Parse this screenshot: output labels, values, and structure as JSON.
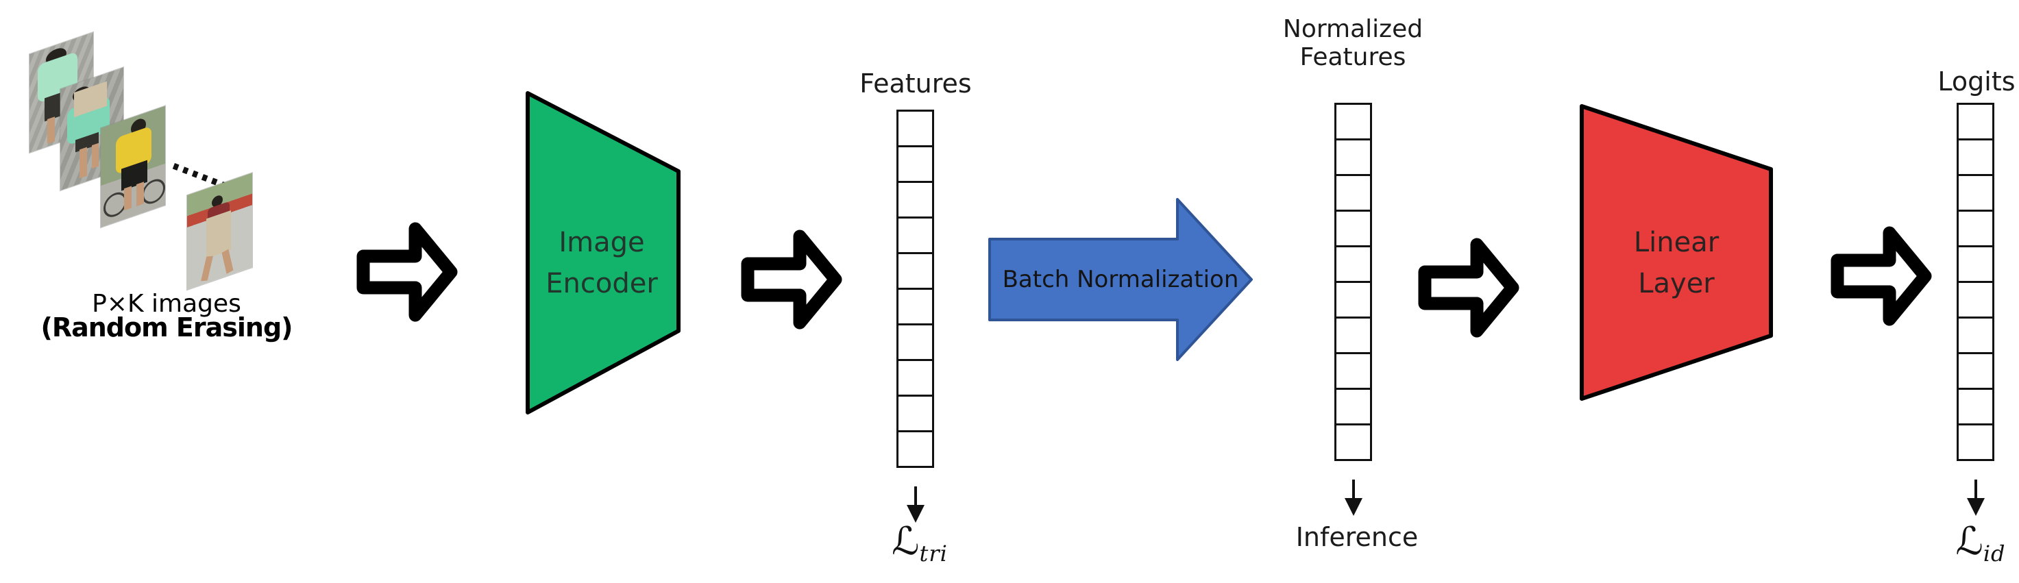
{
  "colors": {
    "encoder_green": "#12B36B",
    "linear_red": "#E83B3B",
    "bn_blue": "#4472C4",
    "bn_border": "#2F5597",
    "outline_black": "#000000",
    "erase_patch_tan": "#cfc1a5"
  },
  "input": {
    "caption_line1": "P×K images",
    "caption_line2": "(Random Erasing)",
    "ellipsis_dots": 6,
    "photo_count": 4
  },
  "encoder": {
    "label_line1": "Image",
    "label_line2": "Encoder"
  },
  "features": {
    "label": "Features",
    "cells": 10,
    "loss_symbol": "ℒ",
    "loss_subscript": "tri"
  },
  "bn_arrow": {
    "label": "Batch Normalization"
  },
  "normalized_features": {
    "label_line1": "Normalized",
    "label_line2": "Features",
    "cells": 10,
    "below_label": "Inference"
  },
  "linear_layer": {
    "label_line1": "Linear",
    "label_line2": "Layer"
  },
  "logits": {
    "label": "Logits",
    "cells": 10,
    "loss_symbol": "ℒ",
    "loss_subscript": "id"
  }
}
